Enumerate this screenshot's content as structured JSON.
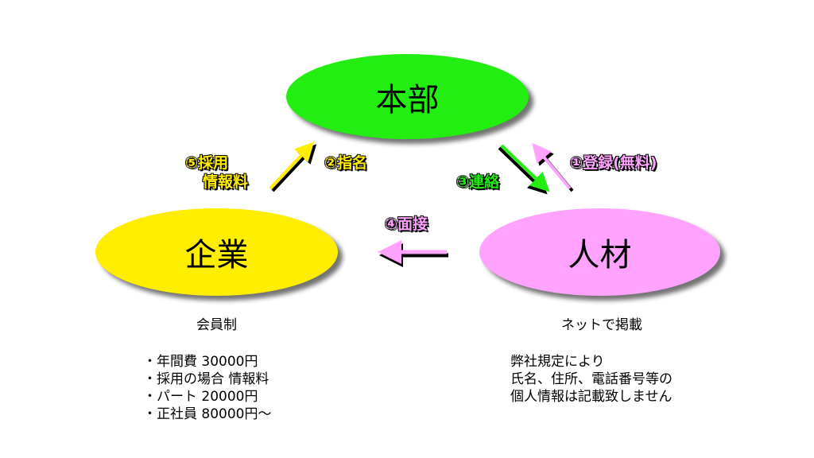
{
  "nodes": {
    "honbu": {
      "label": "本部",
      "color": "#22ee11"
    },
    "kigyo": {
      "label": "企業",
      "color": "#ffee00"
    },
    "jinzai": {
      "label": "人材",
      "color": "#ffa3ff"
    }
  },
  "arrow_labels": {
    "saiyo_line1": "⑤採用",
    "saiyo_line2": "情報料",
    "shimei": "②指名",
    "renraku": "③連絡",
    "toroku": "①登録(無料)",
    "mensetsu": "④面接"
  },
  "kigyo_info": {
    "title": "会員制",
    "items": [
      "・年間費 30000円",
      "・採用の場合 情報料",
      "・パート 20000円",
      "・正社員 80000円～"
    ]
  },
  "jinzai_info": {
    "title": "ネットで掲載",
    "lines": [
      "弊社規定により",
      "氏名、住所、電話番号等の",
      "個人情報は記載致しません"
    ]
  }
}
